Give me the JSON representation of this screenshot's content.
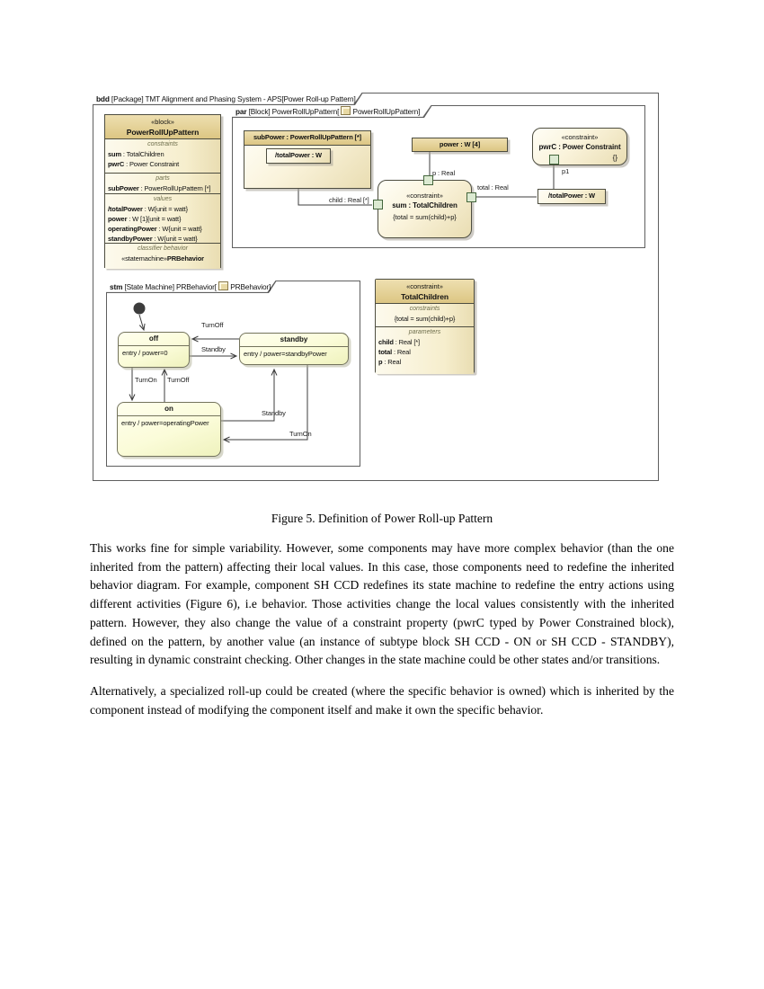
{
  "colors": {
    "header_tan": "#dcc683",
    "body_cream": "#faf3dc",
    "state_yellow": "#fbfcd9",
    "port_green": "#dcead2",
    "frame_border": "#5f5f5f"
  },
  "bdd": {
    "keyword": "bdd",
    "title": " [Package] TMT Alignment and Phasing System - APS[Power Roll-up Pattern]"
  },
  "block": {
    "stereotype": "«block»",
    "name": "PowerRollUpPattern",
    "sec_constraints": "constraints",
    "constraints": [
      {
        "n": "sum",
        "r": " : TotalChildren"
      },
      {
        "n": "pwrC",
        "r": " : Power Constraint"
      }
    ],
    "sec_parts": "parts",
    "parts": [
      {
        "n": "subPower",
        "r": " : PowerRollUpPattern [*]"
      }
    ],
    "sec_values": "values",
    "values": [
      {
        "n": "/totalPower",
        "r": " : W{unit = watt}"
      },
      {
        "n": "power",
        "r": " : W [1]{unit = watt}"
      },
      {
        "n": "operatingPower",
        "r": " : W{unit = watt}"
      },
      {
        "n": "standbyPower",
        "r": " : W{unit = watt}"
      }
    ],
    "sec_behavior": "classifier behavior",
    "behavior_pre": "«statemachine»",
    "behavior_name": "PRBehavior"
  },
  "par": {
    "keyword": "par",
    "title_a": " [Block] PowerRollUpPattern[ ",
    "title_b": " PowerRollUpPattern]",
    "subpower_header": "subPower : PowerRollUpPattern [*]",
    "inner_totalpower": "/totalPower : W",
    "power_box": "power : W [4]",
    "sum": {
      "stereotype": "«constraint»",
      "name": "sum : TotalChildren",
      "expr": "{total = sum(child)+p}"
    },
    "pwrc": {
      "stereotype": "«constraint»",
      "name": "pwrC : Power Constraint",
      "braces": "{}",
      "port_label": "p1"
    },
    "totalpower_box": "/totalPower : W",
    "labels": {
      "p_real": "p : Real",
      "child_real": "child : Real [*]",
      "total_real": "total : Real"
    }
  },
  "constraint_block": {
    "stereotype": "«constraint»",
    "name": "TotalChildren",
    "sec_constraints": "constraints",
    "expr": "{total = sum(child)+p}",
    "sec_parameters": "parameters",
    "parameters": [
      {
        "n": "child",
        "r": " : Real [*]"
      },
      {
        "n": "total",
        "r": " : Real"
      },
      {
        "n": "p",
        "r": " : Real"
      }
    ]
  },
  "stm": {
    "keyword": "stm",
    "title_a": " [State Machine] PRBehavior[ ",
    "title_b": " PRBehavior]",
    "states": {
      "off": {
        "name": "off",
        "entry": "entry / power=0"
      },
      "standby": {
        "name": "standby",
        "entry": "entry / power=standbyPower"
      },
      "on": {
        "name": "on",
        "entry": "entry / power=operatingPower"
      }
    },
    "transitions": {
      "turnoff_top": "TurnOff",
      "standby_mid": "Standby",
      "turnon_left": "TurnOn",
      "turnoff_right": "TurnOff",
      "standby_lower": "Standby",
      "turnon_lower": "TurnOn"
    }
  },
  "page": {
    "caption": "Figure 5. Definition of Power Roll-up Pattern",
    "paragraphs": [
      "This works fine for simple variability. However, some components may have more complex behavior (than the one inherited from the pattern) affecting their local values. In this case, those components need to redefine the inherited behavior diagram. For example, component SH CCD redefines its state machine to redefine the entry actions using different activities (Figure 6), i.e behavior. Those activities change the local values consistently with the inherited pattern. However, they also change the value of a constraint property (pwrC typed by Power Constrained block), defined on the pattern, by another value (an instance of subtype block SH CCD - ON or SH CCD - STANDBY), resulting in dynamic constraint checking. Other changes in the state machine could be other states and/or transitions.",
      "Alternatively, a specialized roll-up could be created (where the specific behavior is owned) which is inherited by the component instead of modifying the component itself and make it own the specific behavior."
    ]
  }
}
